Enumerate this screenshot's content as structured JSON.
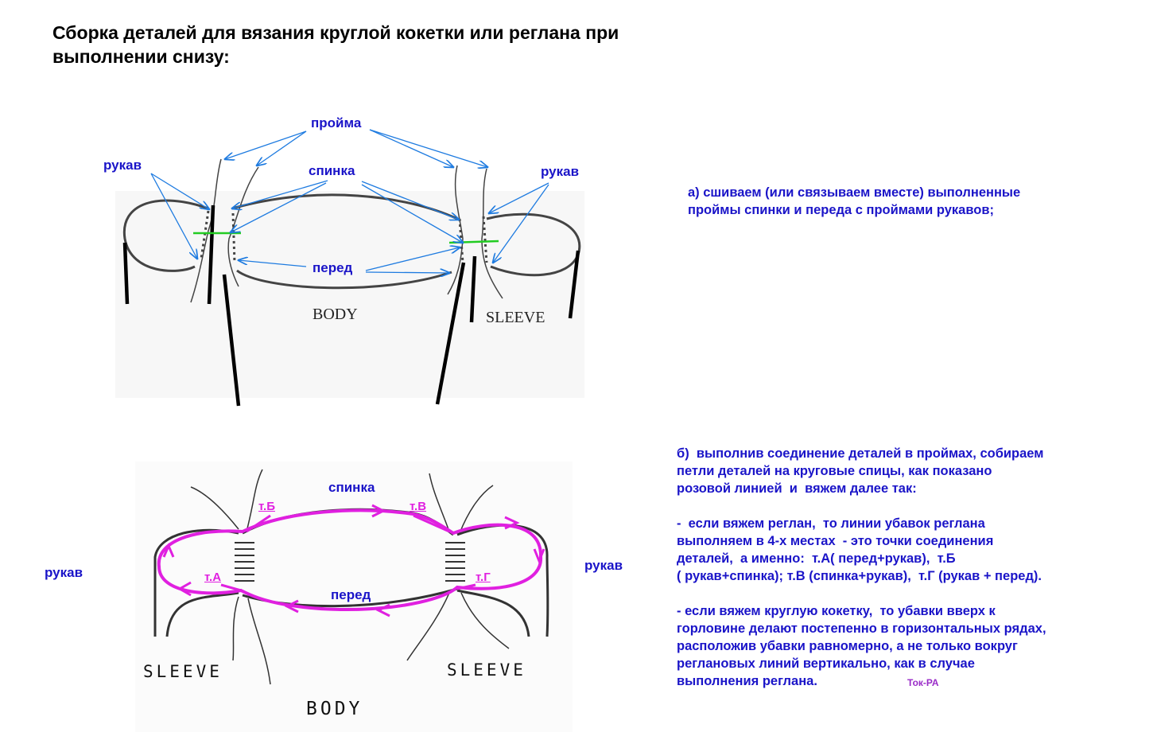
{
  "title": {
    "line1": "Сборка деталей для  вязания круглой кокетки или реглана при",
    "line2": "выполнении снизу:"
  },
  "top_diagram": {
    "labels": {
      "armhole": "пройма",
      "sleeve_left": "рукав",
      "back": "спинка",
      "sleeve_right": "рукав",
      "front": "перед"
    },
    "print_labels": {
      "body": "BODY",
      "sleeve": "SLEEVE"
    }
  },
  "bottom_diagram": {
    "labels": {
      "back": "спинка",
      "front": "перед",
      "sleeve_left": "рукав",
      "sleeve_right": "рукав"
    },
    "points": {
      "a": "т.А",
      "b": "т.Б",
      "v": "т.В",
      "g": "т.Г"
    },
    "print_labels": {
      "sleeve_left": "SLEEVE",
      "sleeve_right": "SLEEVE",
      "body": "BODY"
    }
  },
  "notes": {
    "a": "а) сшиваем (или связываем вместе) выполненные\nпроймы спинки и переда с проймами рукавов;",
    "b": "б)  выполнив соединение деталей в проймах, собираем\nпетли деталей на круговые спицы, как показано\nрозовой линией  и  вяжем далее так:\n\n-  если вяжем реглан,  то линии убавок реглана\nвыполняем в 4-х местах  - это точки соединения\nдеталей,  а именно:  т.А( перед+рукав),  т.Б\n( рукав+спинка); т.В (спинка+рукав),  т.Г (рукав + перед).\n\n- если вяжем круглую кокетку,  то убавки вверх к\nгорловине делают постепенно в горизонтальных рядах,\nрасположив убавки равномерно, а не только вокруг\nреглановых линий вертикально, как в случае\nвыполнения реглана.",
    "signature": "Ток-РА"
  },
  "colors": {
    "label": "#1a14c8",
    "arrow": "#1e7be0",
    "pink": "#e020e0",
    "green": "#22cc22"
  }
}
